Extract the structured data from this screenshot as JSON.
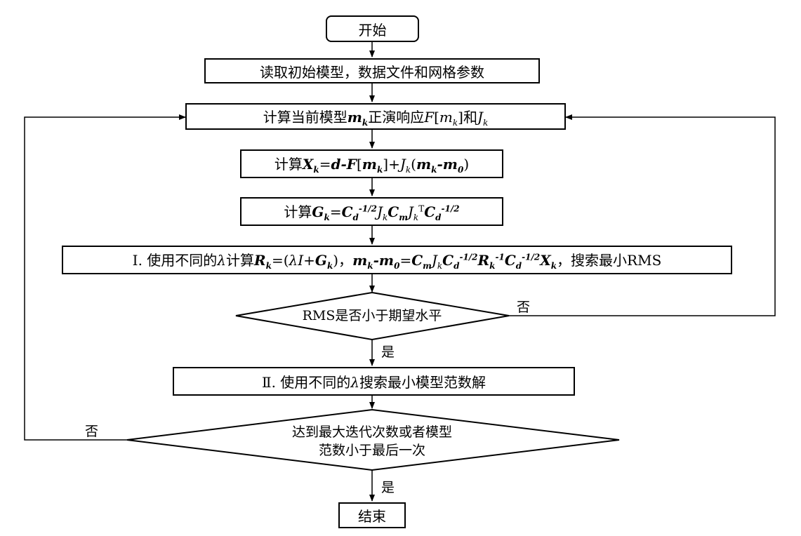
{
  "nodes": {
    "start": "开始",
    "read": "读取初始模型，数据文件和网格参数",
    "calc_forward": {
      "prefix": "计算当前模型",
      "m": "m",
      "k": "k",
      "mid": "正演响应",
      "F": "F",
      "lb": "[",
      "rb": "]",
      "and": "和",
      "J": "J"
    },
    "calc_x": {
      "prefix": "计算",
      "X": "X",
      "k": "k",
      "eq": "=",
      "d": "d",
      "minus": "-",
      "F": "F",
      "lb": "[",
      "m": "m",
      "rb": "]",
      "plus": "+",
      "J": "J",
      "lp": "(",
      "m0": "0",
      "rp": ")"
    },
    "calc_g": {
      "prefix": "计算",
      "G": "G",
      "k": "k",
      "eq": "=",
      "C": "C",
      "d": "d",
      "exp": "-1/2",
      "J": "J",
      "m": "m",
      "T": "T"
    },
    "step1": {
      "roman": "Ⅰ",
      "t1": ". 使用不同的",
      "lambda": "λ",
      "t2": "计算",
      "R": "R",
      "k": "k",
      "eq": "=",
      "lp": "(",
      "I": "I",
      "plus": "+",
      "G": "G",
      "rp": ")",
      "comma": "，",
      "m": "m",
      "minus": "-",
      "zero": "0",
      "C": "C",
      "J": "J",
      "d": "d",
      "exp": "-1/2",
      "inv": "-1",
      "X": "X",
      "t3": "，搜索最小RMS"
    },
    "decision1": "RMS是否小于期望水平",
    "step2": {
      "roman": "Ⅱ",
      "t1": ". 使用不同的",
      "lambda": "λ",
      "t2": "搜索最小模型范数解"
    },
    "decision2": {
      "line1": "达到最大迭代次数或者模型",
      "line2": "范数小于最后一次"
    },
    "end": "结束"
  },
  "edge_labels": {
    "d1_no": "否",
    "d1_yes": "是",
    "d2_no": "否",
    "d2_yes": "是"
  }
}
